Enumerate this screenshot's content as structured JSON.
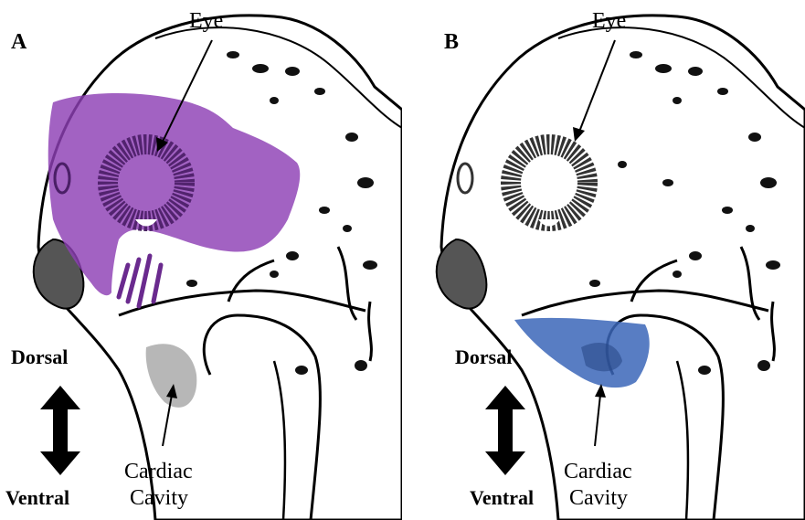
{
  "panels": [
    {
      "letter": "A",
      "eye_label": "Eye",
      "dorsal_label": "Dorsal",
      "ventral_label": "Ventral",
      "cavity_line1": "Cardiac",
      "cavity_line2": "Cavity",
      "highlight_color": "#8e3fb4"
    },
    {
      "letter": "B",
      "eye_label": "Eye",
      "dorsal_label": "Dorsal",
      "ventral_label": "Ventral",
      "cavity_line1": "Cardiac",
      "cavity_line2": "Cavity",
      "highlight_color": "#3b66b8"
    }
  ]
}
